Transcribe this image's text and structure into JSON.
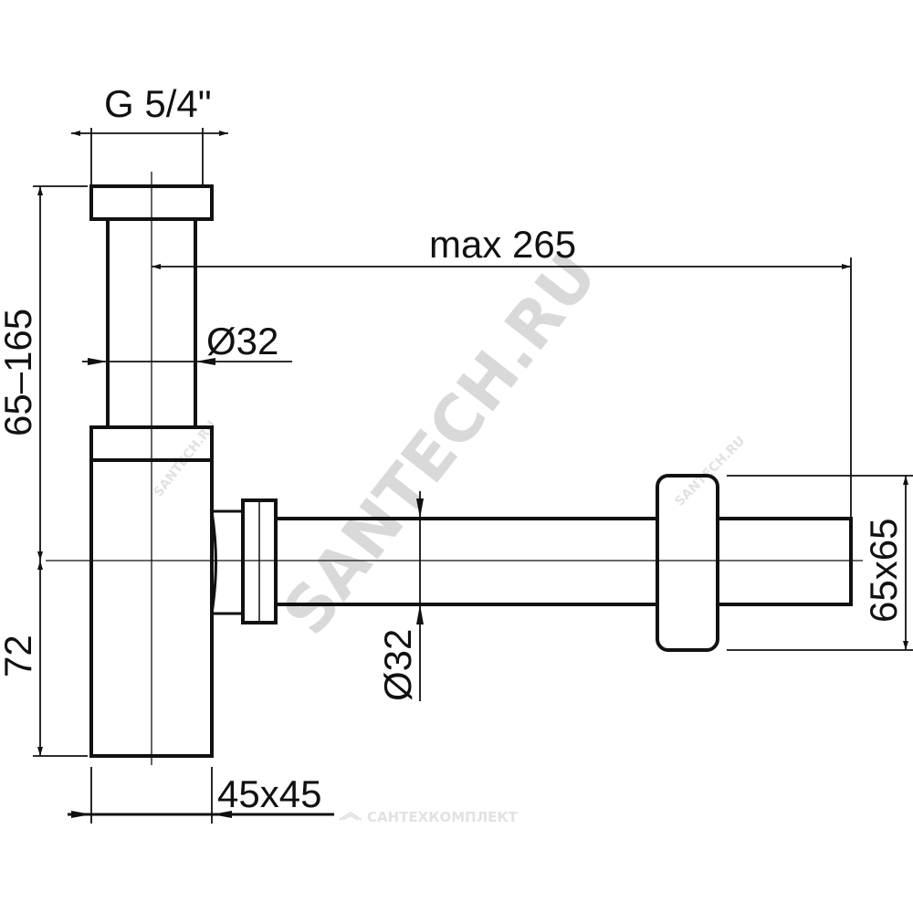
{
  "dimensions": {
    "thread": "G 5/4\"",
    "reach": "max 265",
    "inlet_diameter": "Ø32",
    "height_range": "65–165",
    "lower_height": "72",
    "outlet_diameter": "Ø32",
    "base_size": "45x45",
    "wall_flange": "65x65"
  },
  "watermarks": {
    "main": "SANTECH.RU",
    "small_left": "SANTECH.RU",
    "small_right": "SANTECH.RU",
    "bottom": "САНТЕХКОМПЛЕКТ"
  },
  "colors": {
    "line": "#111111",
    "watermark": "#d9d9d9"
  }
}
